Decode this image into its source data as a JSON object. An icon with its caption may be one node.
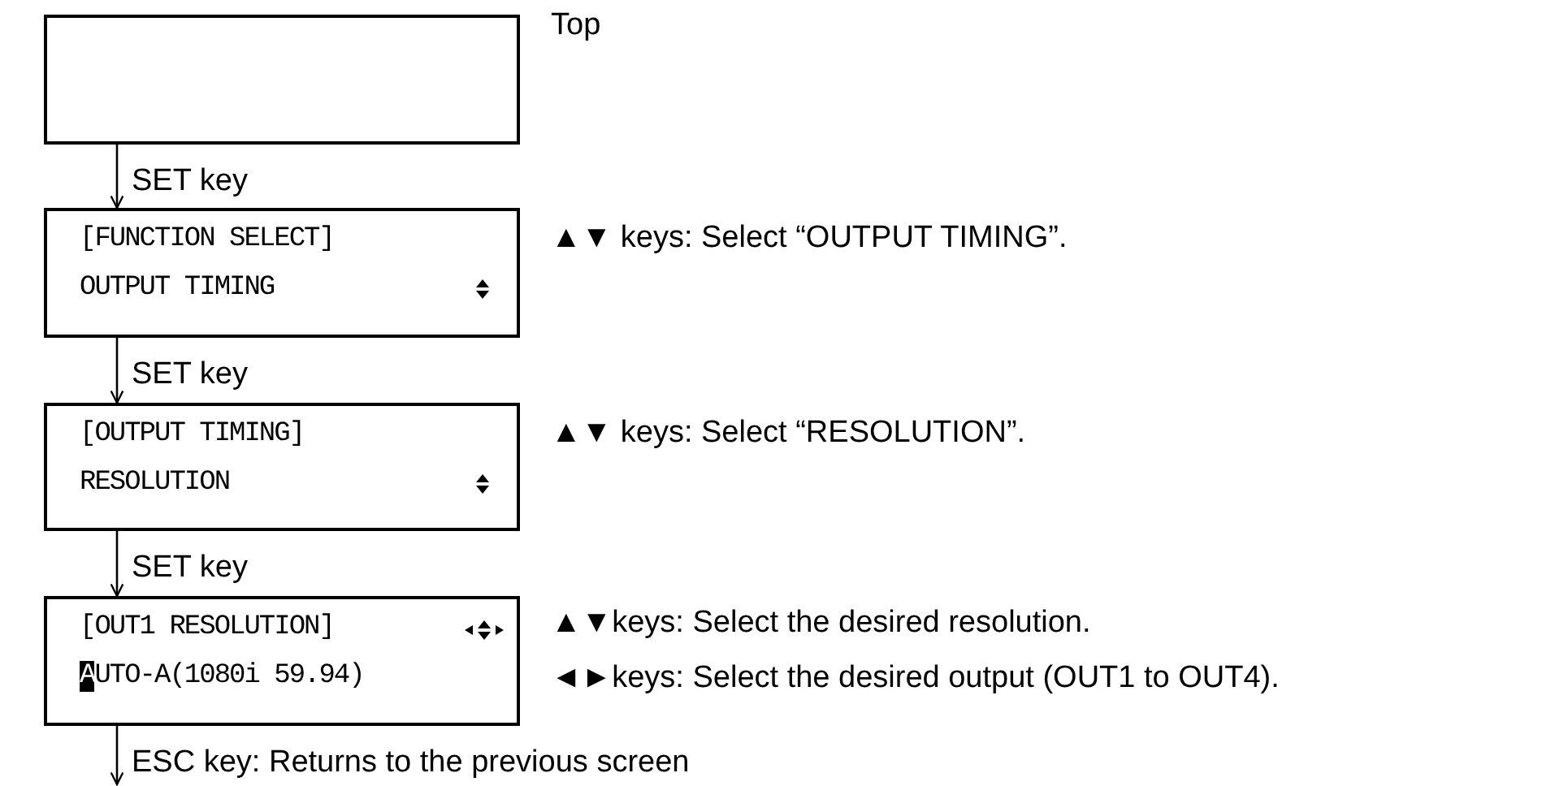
{
  "diagram": {
    "nodes": [
      {
        "text": [],
        "shape": "box",
        "beside": [
          "Top"
        ]
      },
      {
        "text": [
          "[FUNCTION SELECT]",
          "OUTPUT TIMING"
        ],
        "beside": [
          "▲▼ keys: Select “OUTPUT TIMING”."
        ]
      },
      {
        "text": [
          "[OUTPUT TIMING]",
          "RESOLUTION"
        ],
        "beside": [
          "▲▼ keys: Select “RESOLUTION”."
        ]
      },
      {
        "text": [
          "[OUT1 RESOLUTION]",
          "AUTO-A(1080i 59.94)"
        ],
        "beside": [
          "▲▼keys: Select the desired resolution.",
          "◄►keys: Select the desired output (OUT1 to OUT4)."
        ]
      }
    ],
    "edges": [
      {
        "from": 0,
        "to": 1,
        "arrow": "to",
        "label": "SET key"
      },
      {
        "from": 1,
        "to": 2,
        "arrow": "to",
        "label": "SET key"
      },
      {
        "from": 2,
        "to": 3,
        "arrow": "to",
        "label": "SET key"
      },
      {
        "from": 3,
        "to": null,
        "arrow": "to",
        "label": "ESC key: Returns to the previous screen"
      }
    ]
  }
}
